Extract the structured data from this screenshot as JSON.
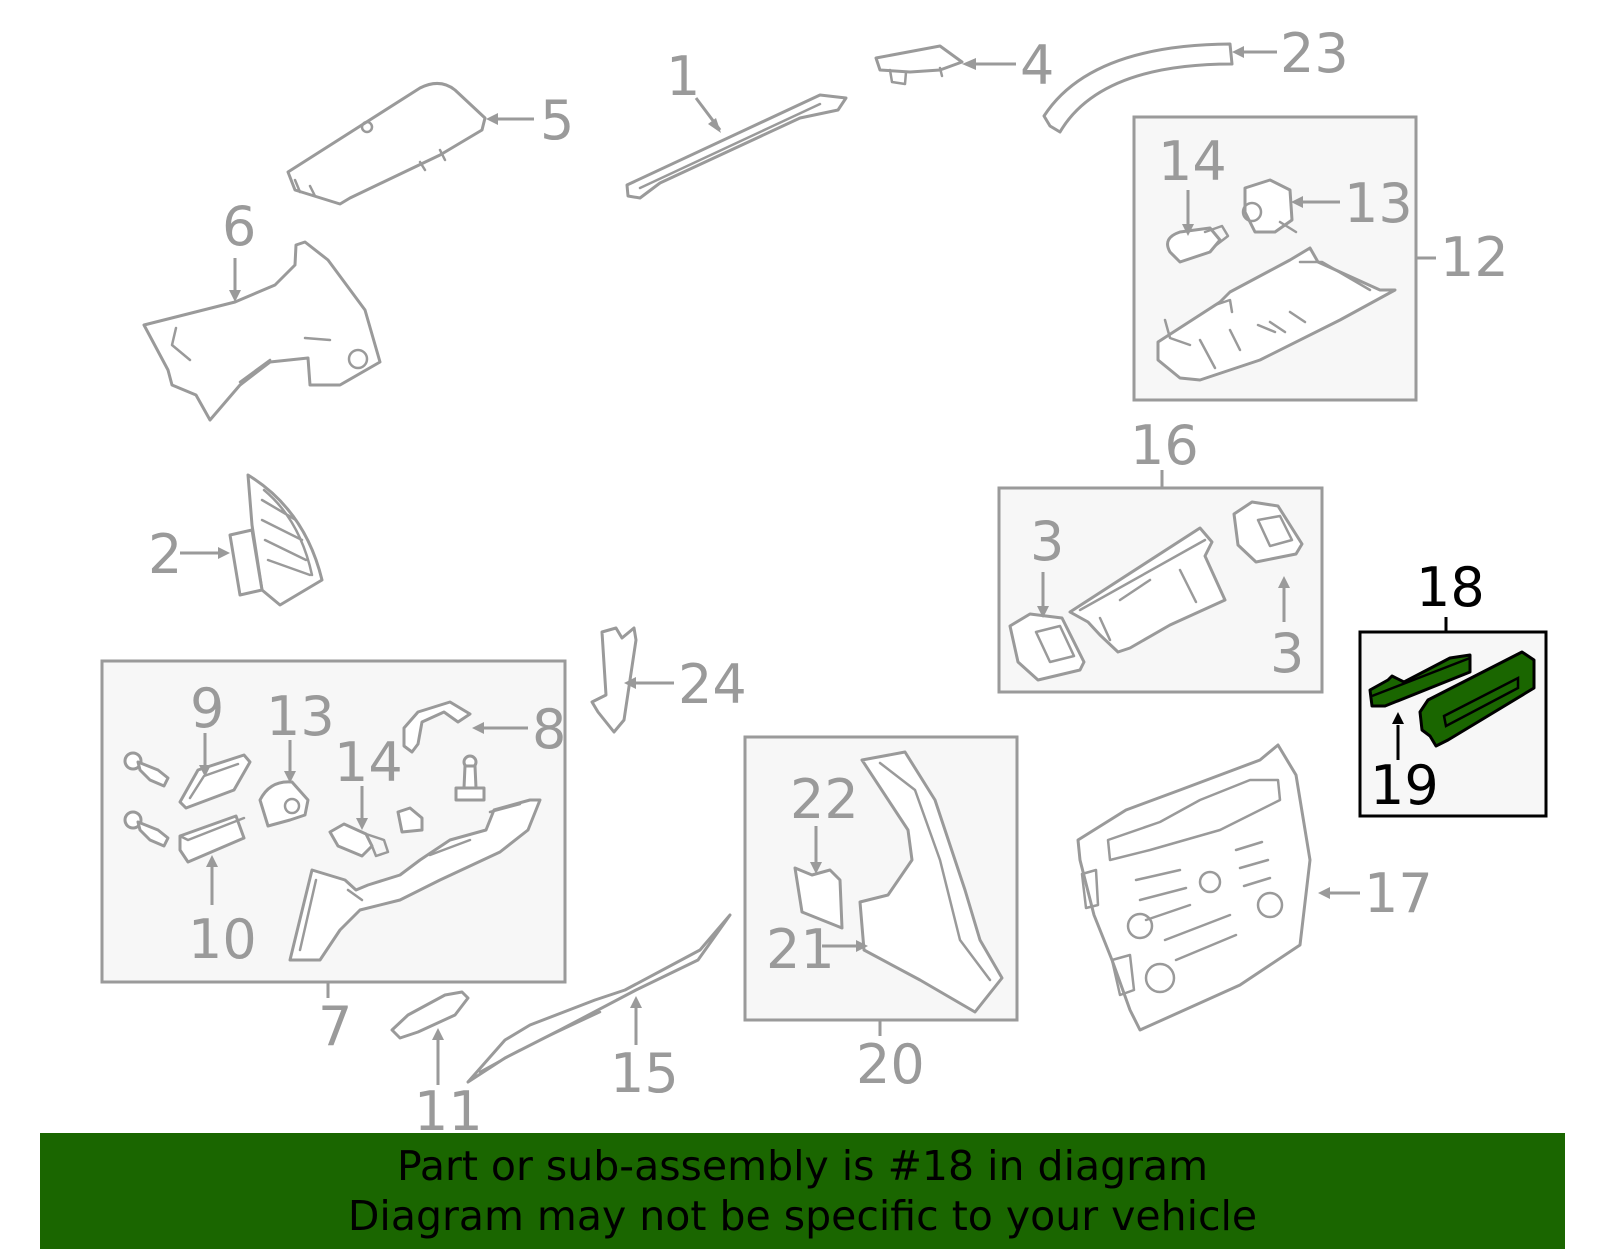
{
  "colors": {
    "banner_background": "#1a6600",
    "highlight_fill": "#1a6600",
    "line_gray": "#9a9a9a",
    "box_fill": "#f7f7f7",
    "highlight_outline": "#000000"
  },
  "highlighted_part": "18",
  "callouts": {
    "c1": "1",
    "c2": "2",
    "c3a": "3",
    "c3b": "3",
    "c4": "4",
    "c5": "5",
    "c6": "6",
    "c7": "7",
    "c8": "8",
    "c9": "9",
    "c10": "10",
    "c11": "11",
    "c12": "12",
    "c13a": "13",
    "c13b": "13",
    "c14a": "14",
    "c14b": "14",
    "c15": "15",
    "c16": "16",
    "c17": "17",
    "c18": "18",
    "c19": "19",
    "c20": "20",
    "c21": "21",
    "c22": "22",
    "c23": "23",
    "c24": "24"
  },
  "banner": {
    "line1": "Part or sub-assembly is #18 in diagram",
    "line2": "Diagram may not be specific to your vehicle"
  }
}
